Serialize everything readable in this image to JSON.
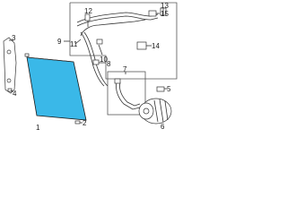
{
  "colors": {
    "condenser": "#3ab8e8",
    "line": "#333333"
  },
  "callouts": {
    "c1": "1",
    "c2": "2",
    "c3": "3",
    "c4": "4",
    "c5": "5",
    "c6": "6",
    "c7": "7",
    "c8": "8",
    "c9": "9",
    "c10": "10",
    "c11": "11",
    "c12": "12",
    "c13": "13",
    "c14": "14",
    "c15": "15"
  }
}
